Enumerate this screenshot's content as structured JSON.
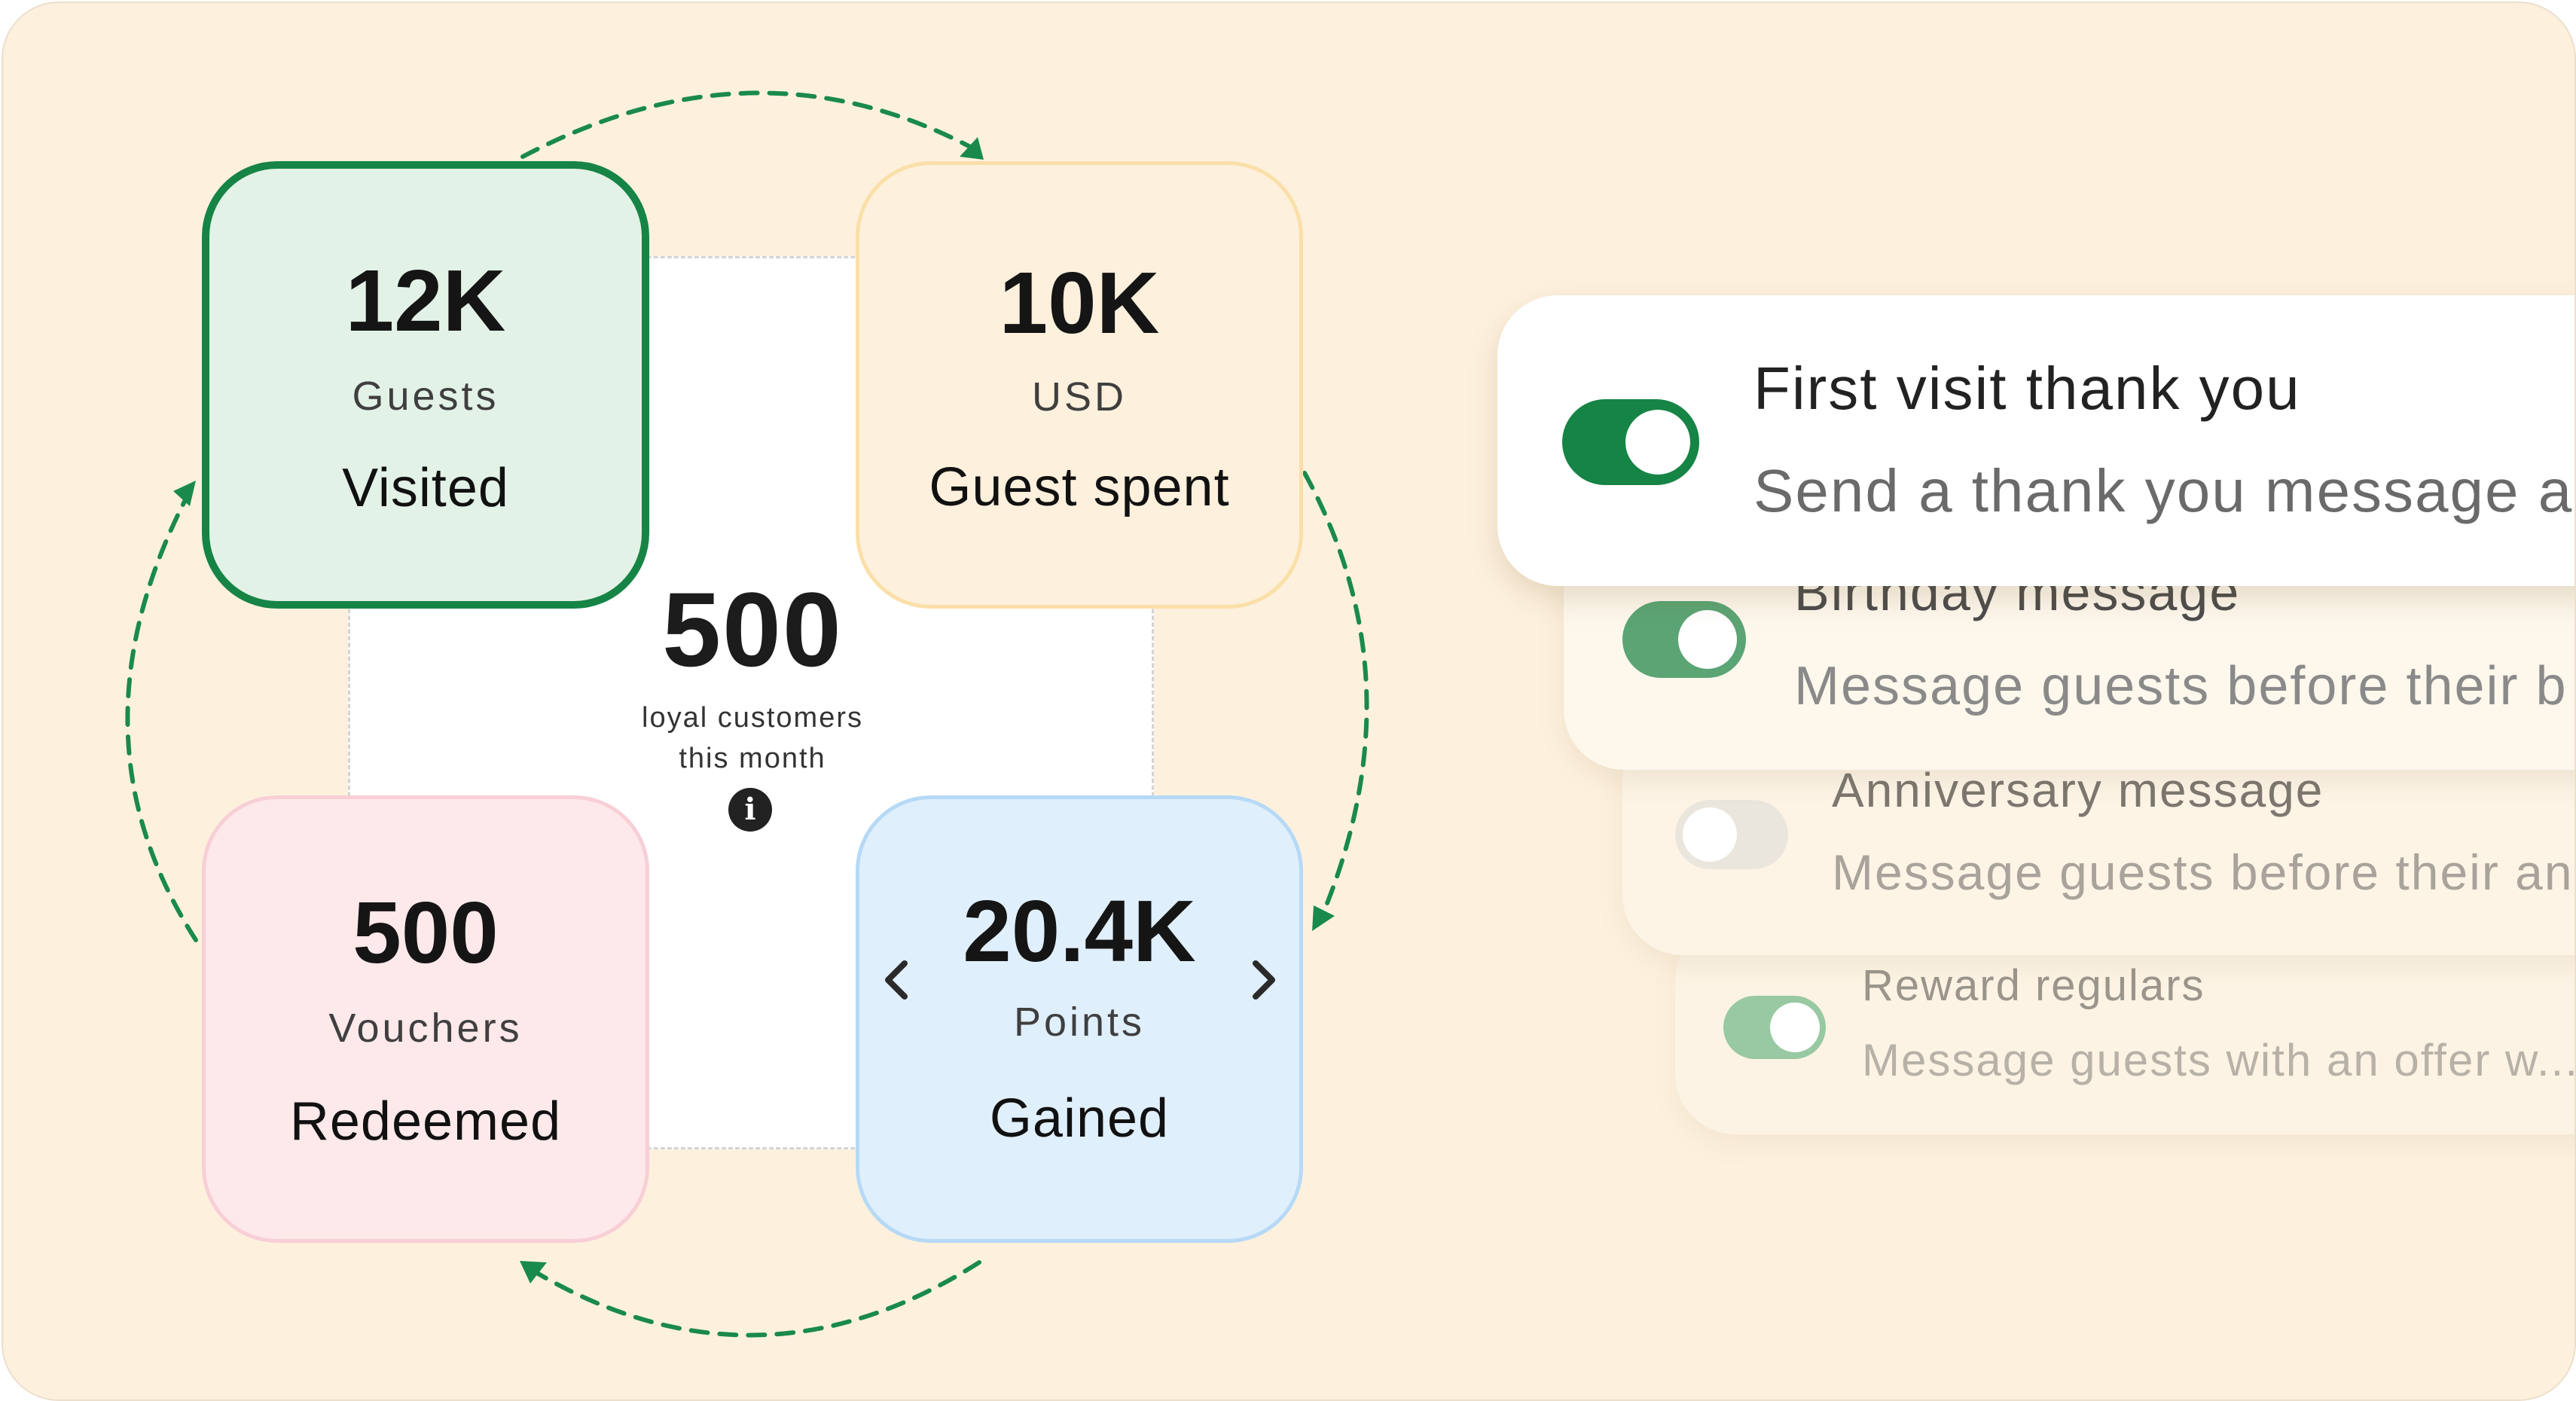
{
  "colors": {
    "background": "#fdf1de",
    "accent_green": "#168445",
    "arrow_green": "#1a8a4a"
  },
  "summary": {
    "value": "500",
    "caption_line1": "loyal customers",
    "caption_line2": "this month",
    "info_icon": "info-icon",
    "info_glyph": "i"
  },
  "stats": {
    "visited": {
      "value": "12K",
      "unit": "Guests",
      "label": "Visited"
    },
    "spent": {
      "value": "10K",
      "unit": "USD",
      "label": "Guest spent"
    },
    "redeemed": {
      "value": "500",
      "unit": "Vouchers",
      "label": "Redeemed"
    },
    "gained": {
      "value": "20.4K",
      "unit": "Points",
      "label": "Gained",
      "prev_icon": "chevron-left-icon",
      "next_icon": "chevron-right-icon"
    }
  },
  "automations": [
    {
      "title": "First visit thank you",
      "description": "Send a thank you message a",
      "enabled": true
    },
    {
      "title": "Birthday message",
      "description": "Message guests before their b",
      "enabled": true
    },
    {
      "title": "Anniversary message",
      "description": "Message guests before their an",
      "enabled": false
    },
    {
      "title": "Reward regulars",
      "description": "Message guests with an offer w...",
      "enabled": true
    }
  ]
}
